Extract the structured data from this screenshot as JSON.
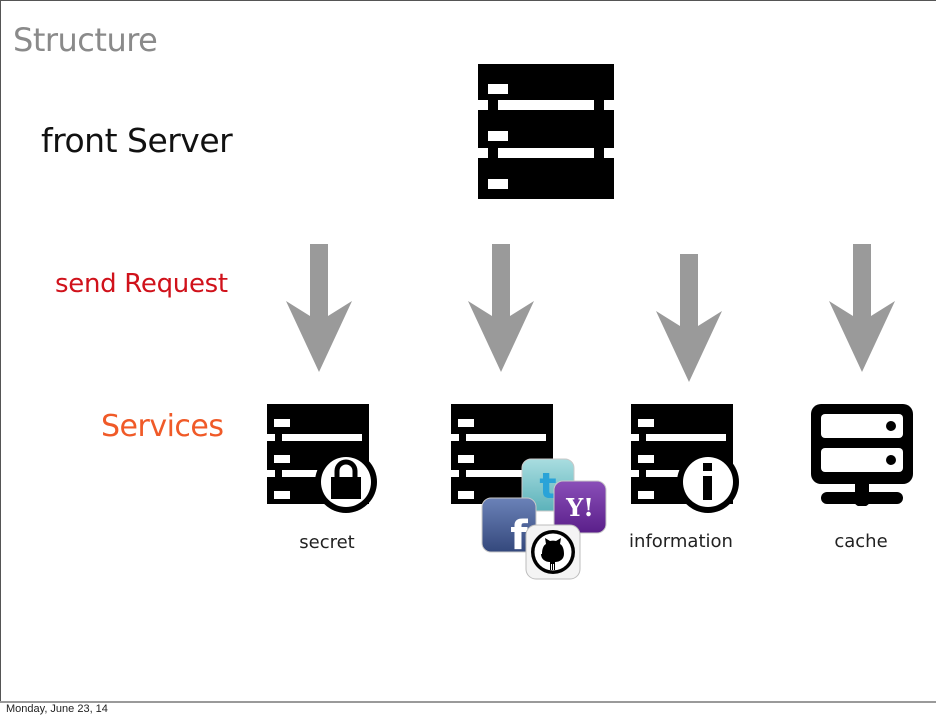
{
  "slide": {
    "title": "Structure",
    "labels": {
      "front_server": "front Server",
      "send_request": "send Request",
      "services": "Services"
    },
    "services": [
      {
        "caption": "secret",
        "icon": "server-lock-icon"
      },
      {
        "caption": "",
        "icon": "server-social-icon",
        "badges": [
          "twitter",
          "yahoo",
          "facebook",
          "github"
        ]
      },
      {
        "caption": "information",
        "icon": "server-info-icon"
      },
      {
        "caption": "cache",
        "icon": "network-server-icon"
      }
    ],
    "colors": {
      "title": "#8a8a8a",
      "send_request": "#d0121b",
      "services": "#f05a28",
      "arrow": "#9a9a9a",
      "icon": "#000000"
    },
    "badge_text": {
      "twitter": "t",
      "yahoo": "Y!",
      "facebook": "f"
    }
  },
  "footer": {
    "date": "Monday, June 23, 14"
  }
}
